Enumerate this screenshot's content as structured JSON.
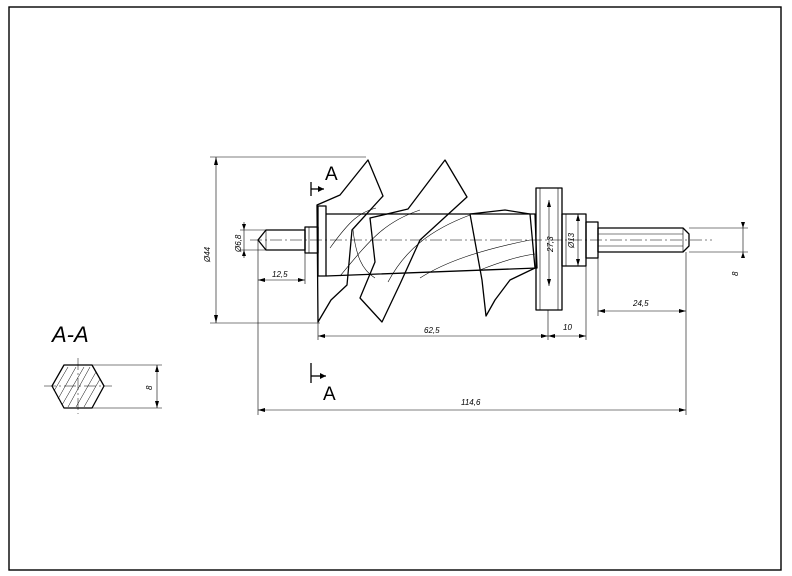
{
  "section": {
    "title": "A-A",
    "marker_top": "A",
    "marker_bottom": "A",
    "hex_dim": "8"
  },
  "dims": {
    "outer_diameter": "Ø44",
    "tip_diameter": "Ø6,8",
    "tip_length": "12,5",
    "screw_length": "62,5",
    "flange_width": "10",
    "hub_diameter": "27,3",
    "collar_diameter": "Ø13",
    "shaft_length": "24,5",
    "hex_size": "8",
    "overall_length": "114,6"
  }
}
